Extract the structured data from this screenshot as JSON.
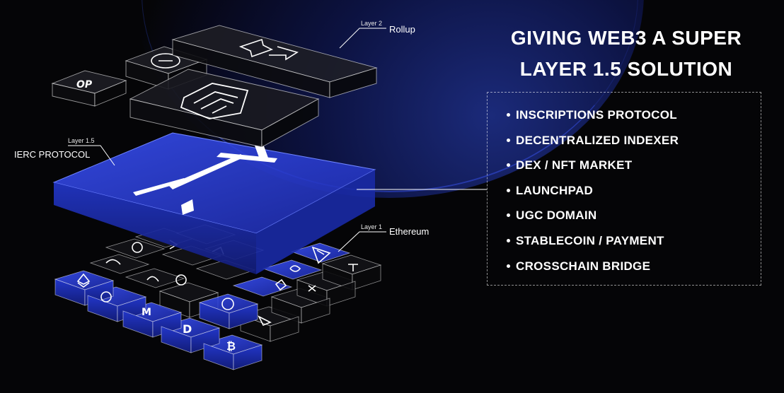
{
  "heading": {
    "line1": "GIVING WEB3 A SUPER",
    "line2": "LAYER 1.5 SOLUTION"
  },
  "features": [
    "INSCRIPTIONS PROTOCOL",
    "DECENTRALIZED INDEXER",
    "DEX / NFT MARKET",
    "LAUNCHPAD",
    "UGC DOMAIN",
    "STABLECOIN / PAYMENT",
    "CROSSCHAIN BRIDGE"
  ],
  "layers": {
    "layer2": {
      "tag": "Layer 2",
      "name": "Rollup"
    },
    "layer15": {
      "tag": "Layer 1.5",
      "name": "IERC PROTOCOL"
    },
    "layer1": {
      "tag": "Layer 1",
      "name": "Ethereum"
    }
  },
  "colors": {
    "accent_blue": "#2f44d6",
    "background": "#050507"
  },
  "icons": [
    "op-logo-icon",
    "power-logo-icon",
    "arbitrum-logo-icon",
    "zksync-arrows-icon",
    "ierc-logo-icon",
    "ethereum-diamond-icon",
    "tron-logo-icon",
    "bitcoin-logo-icon",
    "doge-logo-icon",
    "maker-logo-icon"
  ]
}
